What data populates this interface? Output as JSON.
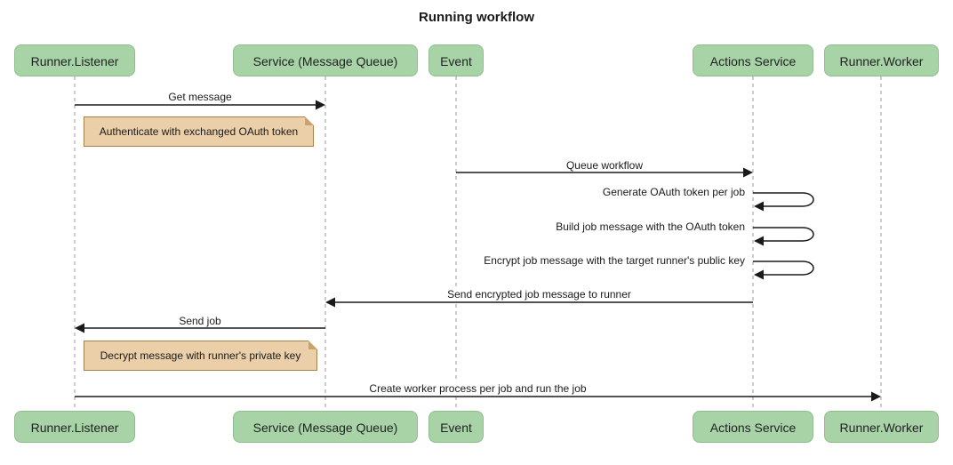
{
  "diagram": {
    "type": "sequence",
    "title": "Running workflow"
  },
  "participants": [
    {
      "id": "runner-listener",
      "label": "Runner.Listener"
    },
    {
      "id": "service-message-queue",
      "label": "Service (Message Queue)"
    },
    {
      "id": "event",
      "label": "Event"
    },
    {
      "id": "actions-service",
      "label": "Actions Service"
    },
    {
      "id": "runner-worker",
      "label": "Runner.Worker"
    }
  ],
  "messages": [
    {
      "from": "Runner.Listener",
      "to": "Service (Message Queue)",
      "label": "Get message"
    },
    {
      "from": "Event",
      "to": "Actions Service",
      "label": "Queue workflow"
    },
    {
      "from": "Actions Service",
      "to": "Actions Service",
      "label": "Generate OAuth token per job"
    },
    {
      "from": "Actions Service",
      "to": "Actions Service",
      "label": "Build job message with the OAuth token"
    },
    {
      "from": "Actions Service",
      "to": "Actions Service",
      "label": "Encrypt job message with the target runner's public key"
    },
    {
      "from": "Actions Service",
      "to": "Service (Message Queue)",
      "label": "Send encrypted job message to runner"
    },
    {
      "from": "Service (Message Queue)",
      "to": "Runner.Listener",
      "label": "Send job"
    },
    {
      "from": "Runner.Listener",
      "to": "Runner.Worker",
      "label": "Create worker process per job and run the job"
    }
  ],
  "notes": [
    {
      "position": "right of Runner.Listener",
      "text": "Authenticate with exchanged OAuth token"
    },
    {
      "position": "right of Runner.Listener",
      "text": "Decrypt message with runner's private key"
    }
  ],
  "colors": {
    "actor_fill": "#a7d3a7",
    "actor_border": "#8fbd8f",
    "note_fill": "#ebcfa8",
    "note_border": "#aa8144",
    "lifeline": "#999999",
    "arrow": "#1a1a1a",
    "background": "#ffffff"
  }
}
